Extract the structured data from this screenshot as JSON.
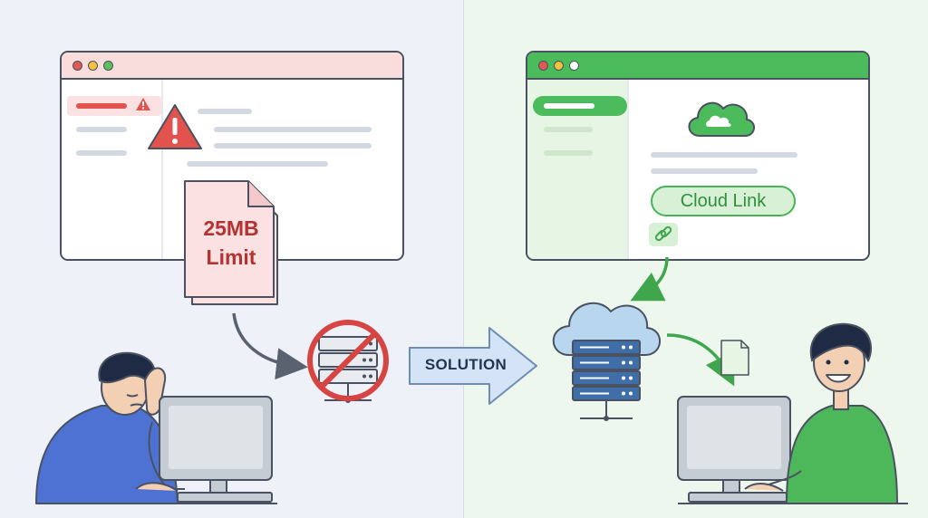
{
  "problem": {
    "file_label_line1": "25MB",
    "file_label_line2": "Limit"
  },
  "arrow": {
    "label": "SOLUTION"
  },
  "solution": {
    "link_button": "Cloud Link"
  },
  "icons": {
    "warning": "warning-icon",
    "no_server": "blocked-server-icon",
    "cloud": "cloud-icon",
    "server": "server-icon",
    "link": "link-icon",
    "document": "document-icon"
  },
  "colors": {
    "problem_accent": "#e3534e",
    "problem_bar": "#f9dcdc",
    "solution_accent": "#46b456",
    "solution_bar": "#4cbb5c",
    "cloud_blue": "#b8d7ee",
    "user_sad_shirt": "#4e72d4",
    "user_happy_shirt": "#4cb85a"
  }
}
